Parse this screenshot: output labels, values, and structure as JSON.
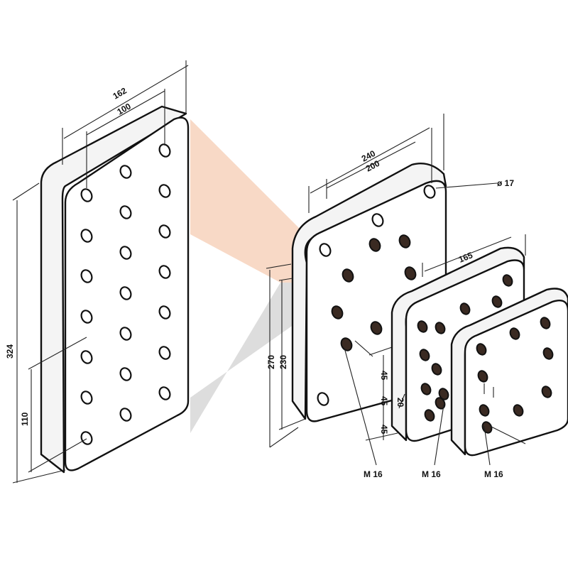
{
  "colors": {
    "accent_orange": "#f8d9c6",
    "accent_gray": "#d9d9d9",
    "line": "#111111"
  },
  "left_plate": {
    "dims": {
      "width_outer": "162",
      "width_inner": "100",
      "height": "324",
      "hole_spacing": "110"
    }
  },
  "middle_plate": {
    "dims": {
      "width_outer": "240",
      "width_inner": "200",
      "hole_diameter": "ø 17",
      "height_outer": "270",
      "height_inner": "230",
      "spacing_1": "45",
      "spacing_2": "45",
      "spacing_3": "45"
    },
    "thread": "M 16"
  },
  "small_plate": {
    "dims": {
      "width": "165",
      "thickness": "20"
    },
    "thread": "M 16"
  },
  "square_plate": {
    "thread": "M 16"
  }
}
